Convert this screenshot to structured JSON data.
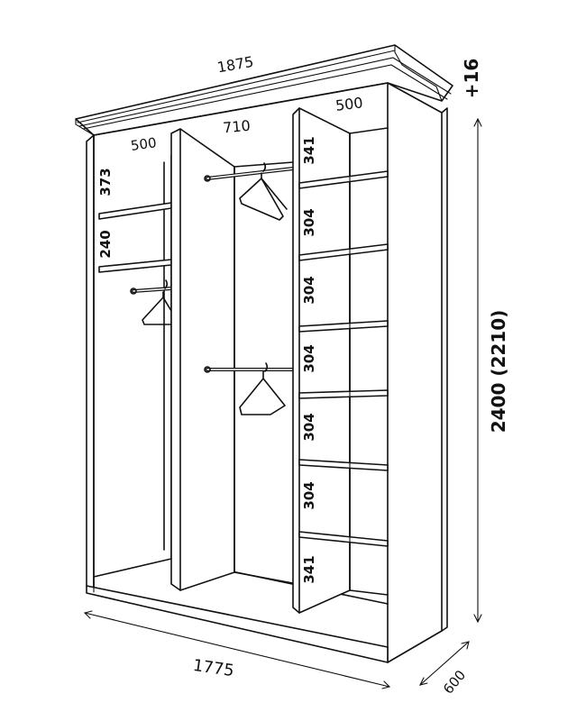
{
  "colors": {
    "line": "#111111",
    "background": "#ffffff"
  },
  "dims": {
    "top_width": "1875",
    "width": "1775",
    "depth": "600",
    "height": "2400 (2210)",
    "cornice": "+16",
    "left_depth": "500",
    "middle_width": "710",
    "right_depth": "500",
    "left_shelf_top": "373",
    "left_shelf_gap": "240",
    "right_shelves": [
      "341",
      "304",
      "304",
      "304",
      "304",
      "304",
      "341"
    ]
  }
}
